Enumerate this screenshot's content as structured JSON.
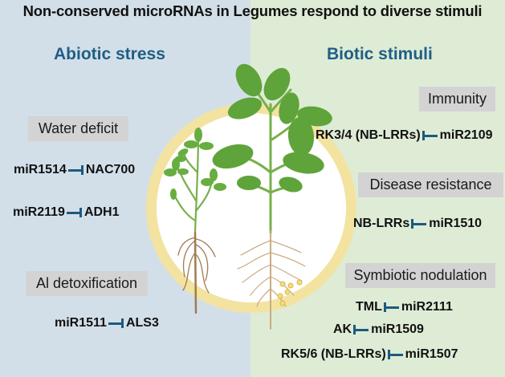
{
  "title": "Non-conserved microRNAs in Legumes respond to diverse stimuli",
  "colors": {
    "abiotic_bg": "#d3dfe8",
    "biotic_bg": "#deecd6",
    "section_title": "#1f5e85",
    "inhibition_arrow": "#1d5a7e",
    "category_box": "#d3d3d3",
    "ring": "#f3e3a0",
    "leaf": "#5ea43a",
    "root": "#b8956a"
  },
  "abiotic": {
    "heading": "Abiotic stress",
    "categories": [
      {
        "label": "Water deficit",
        "interactions": [
          {
            "mirna": "miR1514",
            "target": "NAC700",
            "relation": "inhibits"
          },
          {
            "mirna": "miR2119",
            "target": "ADH1",
            "relation": "inhibits"
          }
        ]
      },
      {
        "label": "Al detoxification",
        "interactions": [
          {
            "mirna": "miR1511",
            "target": "ALS3",
            "relation": "inhibits"
          }
        ]
      }
    ]
  },
  "biotic": {
    "heading": "Biotic stimuli",
    "categories": [
      {
        "label": "Immunity",
        "interactions": [
          {
            "target": "RK3/4 (NB-LRRs)",
            "mirna": "miR2109",
            "relation": "inhibits"
          }
        ]
      },
      {
        "label": "Disease resistance",
        "interactions": [
          {
            "target": "NB-LRRs",
            "mirna": "miR1510",
            "relation": "inhibits"
          }
        ]
      },
      {
        "label": "Symbiotic nodulation",
        "interactions": [
          {
            "target": "TML",
            "mirna": "miR2111",
            "relation": "inhibits"
          },
          {
            "target": "AK",
            "mirna": "miR1509",
            "relation": "inhibits"
          },
          {
            "target": "RK5/6 (NB-LRRs)",
            "mirna": "miR1507",
            "relation": "inhibits"
          }
        ]
      }
    ]
  },
  "illustration": {
    "left_plant": "alfalfa-like legume seedling with taproot",
    "right_plant": "soybean-like legume plant with fibrous roots and root nodules"
  }
}
